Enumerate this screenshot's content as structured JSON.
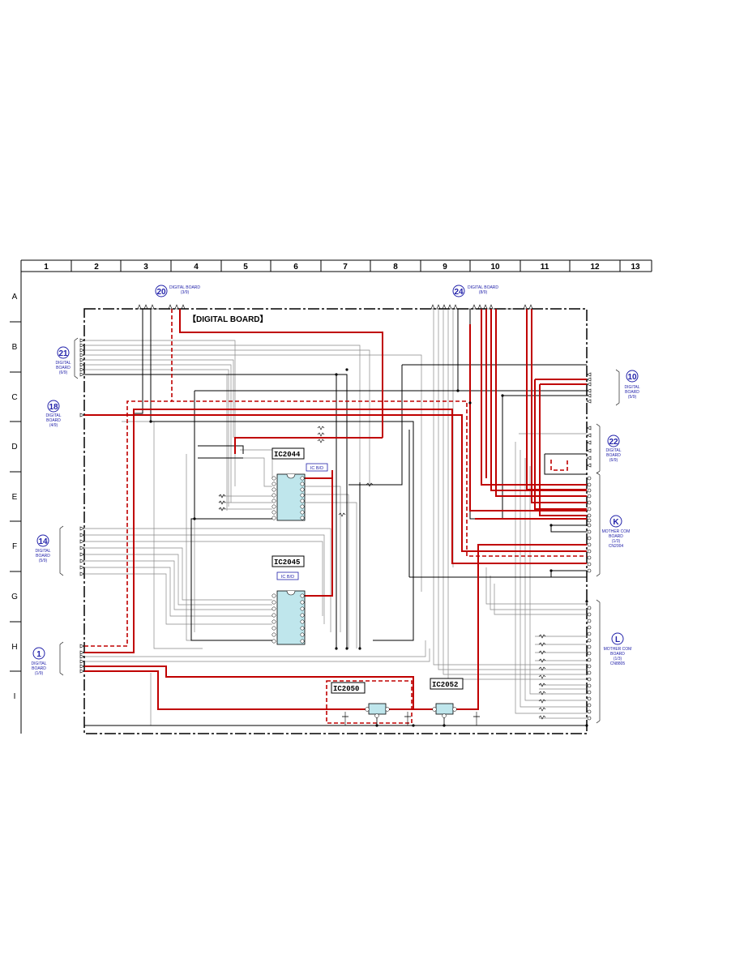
{
  "board_title": "【DIGITAL BOARD】",
  "grid": {
    "columns": [
      "1",
      "2",
      "3",
      "4",
      "5",
      "6",
      "7",
      "8",
      "9",
      "10",
      "11",
      "12",
      "13"
    ],
    "rows": [
      "A",
      "B",
      "C",
      "D",
      "E",
      "F",
      "G",
      "H",
      "I"
    ]
  },
  "connectors": [
    {
      "num": "20",
      "line1": "DIGITAL BOARD",
      "line2": "(3/9)"
    },
    {
      "num": "24",
      "line1": "DIGITAL BOARD",
      "line2": "(8/9)"
    },
    {
      "num": "21",
      "line1": "DIGITAL",
      "line2": "BOARD",
      "line3": "(6/9)"
    },
    {
      "num": "18",
      "line1": "DIGITAL",
      "line2": "BOARD",
      "line3": "(4/9)"
    },
    {
      "num": "14",
      "line1": "DIGITAL",
      "line2": "BOARD",
      "line3": "(5/9)"
    },
    {
      "num": "1",
      "line1": "DIGITAL",
      "line2": "BOARD",
      "line3": "(1/9)"
    },
    {
      "num": "10",
      "line1": "DIGITAL",
      "line2": "BOARD",
      "line3": "(5/9)"
    },
    {
      "num": "22",
      "line1": "DIGITAL",
      "line2": "BOARD",
      "line3": "(6/9)"
    },
    {
      "num": "K",
      "line1": "MOTHER COM",
      "line2": "BOARD",
      "line3": "(1/3)",
      "line4": "CN2004"
    },
    {
      "num": "L",
      "line1": "MOTHER COM",
      "line2": "BOARD",
      "line3": "(1/3)",
      "line4": "CN8805"
    }
  ],
  "ics": [
    {
      "name": "IC2044",
      "tag": "IC B/D"
    },
    {
      "name": "IC2045",
      "tag": "IC B/D"
    },
    {
      "name": "IC2050"
    },
    {
      "name": "IC2052"
    }
  ]
}
